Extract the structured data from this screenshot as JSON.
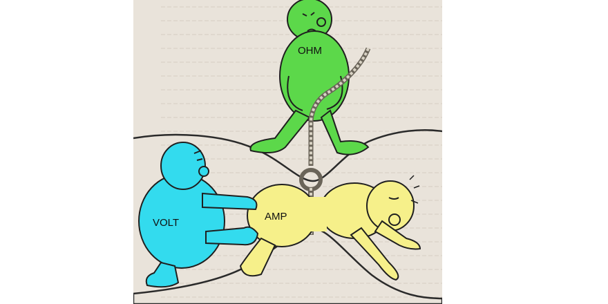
{
  "illustration": {
    "characters": [
      {
        "id": "ohm",
        "label": "OHM",
        "color": "#5cd84a"
      },
      {
        "id": "volt",
        "label": "VOLT",
        "color": "#33dbee"
      },
      {
        "id": "amp",
        "label": "AMP",
        "color": "#f6f08a"
      }
    ],
    "background_color": "#e9e3da",
    "rope_color": "#d8d2c4"
  }
}
